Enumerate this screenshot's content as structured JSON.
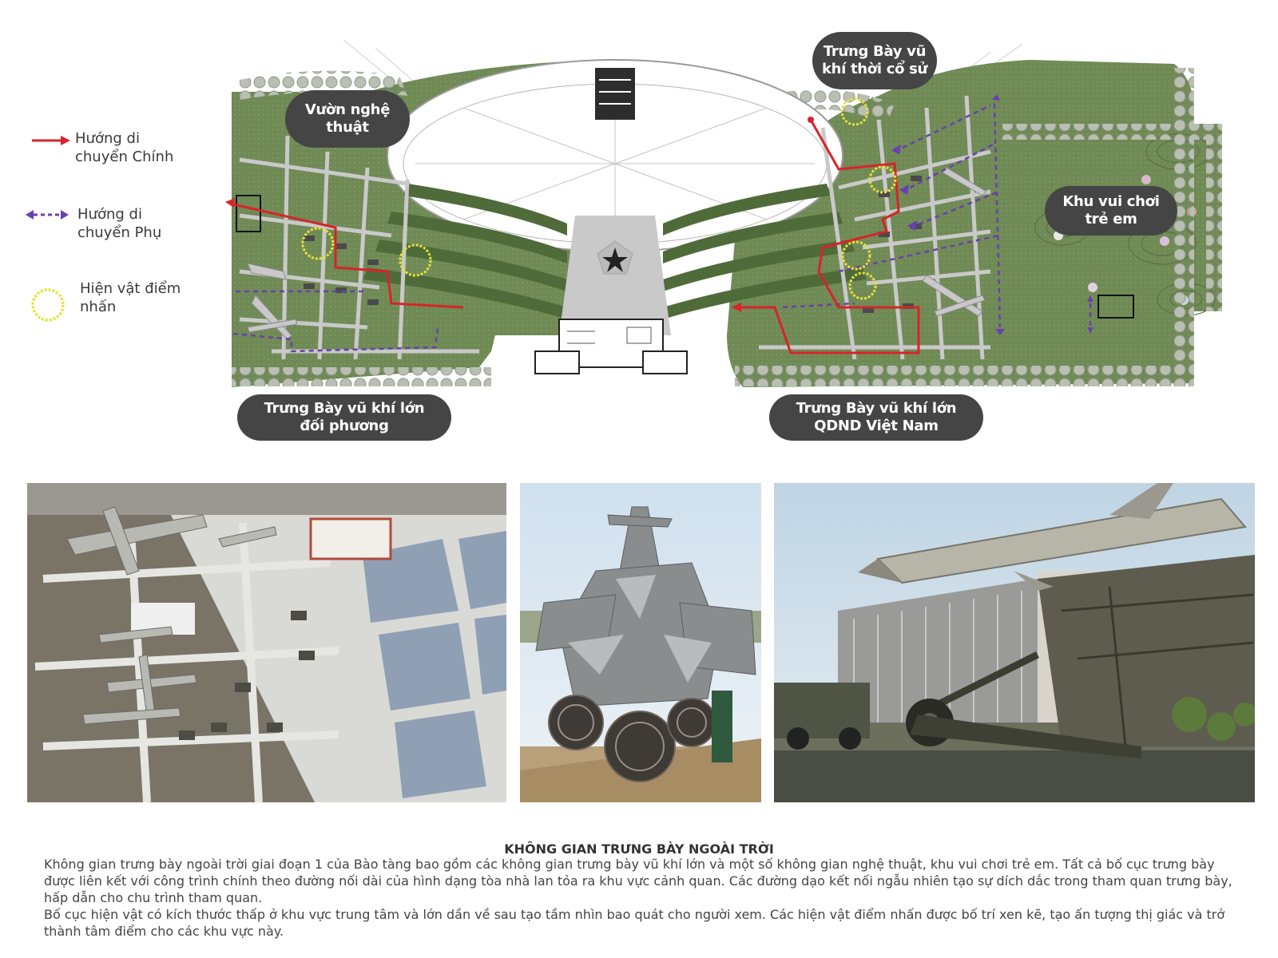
{
  "legend": {
    "main_route": "Hướng di\nchuyển Chính",
    "sub_route": "Hướng di\nchuyển Phụ",
    "highlight": "Hiện vật điểm\nnhấn",
    "main_color": "#d8232a",
    "sub_color": "#6a3fb0",
    "highlight_color": "#e8e23a"
  },
  "zones": {
    "art_garden": [
      "Vườn nghệ",
      "thuật"
    ],
    "ancient_weapons": [
      "Trưng Bày vũ",
      "khí thời cổ sử"
    ],
    "kids_area": [
      "Khu vui chơi",
      "trẻ em"
    ],
    "enemy_weapons": [
      "Trưng Bày vũ khí lớn",
      "đối phương"
    ],
    "vn_weapons": [
      "Trưng Bày vũ khí lớn",
      "QDND Việt Nam"
    ]
  },
  "photos": [
    {
      "name": "aerial-view-photo"
    },
    {
      "name": "wreckage-sculpture-photo"
    },
    {
      "name": "missile-artillery-photo"
    }
  ],
  "caption": {
    "title": "KHÔNG GIAN TRƯNG BÀY NGOÀI TRỜI",
    "p1": "Không gian trưng bày ngoài trời giai đoạn 1 của Bào tàng bao gồm các không gian trưng bày vũ khí lớn và một số không gian nghệ thuật, khu vui chơi trẻ em. Tất cả bố cục trưng bày được liên kết với công trình chính theo đường nối dài của hình dạng tòa nhà lan tỏa ra khu vực cảnh quan. Các đường dạo kết nối ngẫu nhiên tạo sự dích dắc trong tham quan trưng bày, hấp dẫn cho chu trình tham quan.",
    "p2": "Bố cục hiện vật có kích thước thấp ở khu vực trung tâm và lớn dần về sau tạo tầm nhìn bao quát cho người xem. Các hiện vật điểm nhấn được bố trí xen kẽ, tạo ấn tượng thị giác và trở thành tâm điểm cho các khu vực này."
  },
  "colors": {
    "grass": "#6f8a55",
    "path": "#c9c9c9",
    "pill_bg": "#454545"
  }
}
